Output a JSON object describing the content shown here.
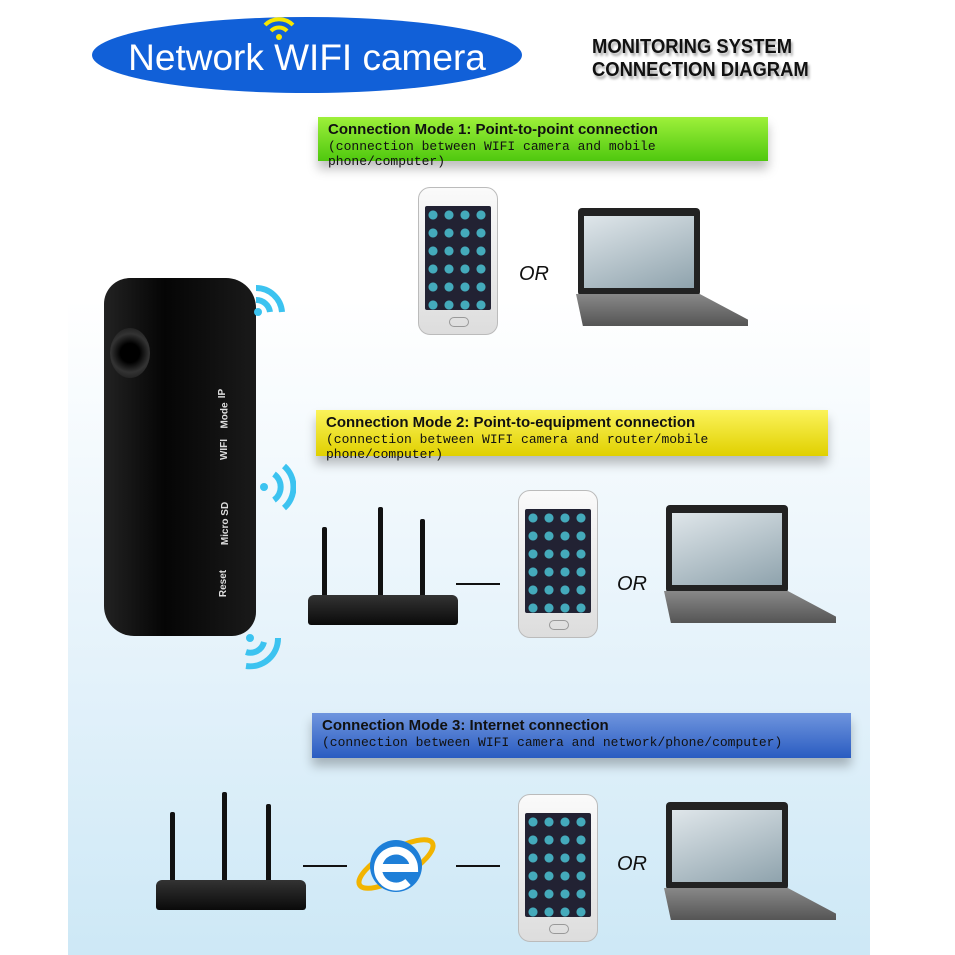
{
  "header": {
    "title": "Network WIFI camera",
    "subtitle_line1": "MONITORING SYSTEM",
    "subtitle_line2": "CONNECTION DIAGRAM"
  },
  "modes": [
    {
      "title": "Connection Mode 1: Point-to-point connection",
      "desc": "(connection between WIFI camera and mobile phone/computer)",
      "color": "#5fd01a"
    },
    {
      "title": "Connection Mode 2: Point-to-equipment connection",
      "desc": "(connection between WIFI camera and router/mobile phone/computer)",
      "color": "#ece000"
    },
    {
      "title": "Connection Mode 3: Internet connection",
      "desc": "(connection between WIFI camera and network/phone/computer)",
      "color": "#3c6ccb"
    }
  ],
  "or_label": "OR",
  "camera": {
    "labels": [
      "IP",
      "Mode",
      "WIFI",
      "Micro SD",
      "Reset"
    ]
  },
  "accent": "#1160d8"
}
